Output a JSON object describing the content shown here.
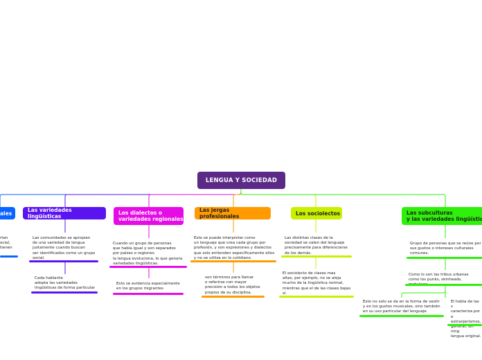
{
  "root": {
    "title": "LENGUA Y SOCIEDAD",
    "color": "#5b2a86"
  },
  "branches": [
    {
      "label": "ales",
      "color": "#0a64ff"
    },
    {
      "label": "Las variedades lingüísticas",
      "color": "#5a14f0"
    },
    {
      "label": "Los dialectos o\nvariedades regionales",
      "color": "#e60ce6"
    },
    {
      "label": "Las jergas profesionales",
      "color": "#ff9a00"
    },
    {
      "label": "Los sociolectos",
      "color": "#c8f000"
    },
    {
      "label": "Las subculturas\ny las variedades lingüísticas",
      "color": "#2ef00a"
    }
  ],
  "notes": {
    "n0": "rten\nocial,\ntienen",
    "n1a": "Las comunidades se apropian\nde una variedad de lengua\njustamente cuando buscan\nser identificados como un grupo\nsocial.",
    "n1b": "Cada hablante\nadopta las variedades\nlingüísticas de forma particular",
    "n2a": "Cuando un grupo de personas\nque habla igual y son separados\npor países o regiones\nla lengua evoluciona, lo que genera\nvariedades lingüísticas.",
    "n2b": "Esto se evidencia especialmente\nen los grupos migrantes",
    "n3a": "Esto se puede interpretar como\nun lenguaje que crea cada grupo por\nprofesión, y son expresiones y dialectos\nque solo entienden específicamente ellos\ny no se utiliza en lo cotidiano.",
    "n3b": "son términos para llamar\no referirse con mayor\nprecisión a todos los objetos\npropios de su disciplina.",
    "n4a": "Las distintas clases de la\nsociedad se valen del lenguaje\nprecisamente para diferenciarse\nde los demás.",
    "n4b": "El sociolecto de clases mas\naltas, por ejemplo, no se aleja\nmucho de la lingüística normal,\nmientras que el de las clases bajas\nsí.",
    "n5a": "Grupo de personas que se reúne por\nsus gustos o intereses culturales\ncomunes.",
    "n5b": "Como lo son las tribus urbanas\ncomo los punks, skinheads, metaleros",
    "n5c": "Esto no solo se da en la forma de vestir\ny en los gustos musicales, sino también\nen su uso particular del lenguaje.",
    "n5d": "El habla de las s\ncaracteriza por e\nextranjerismos,\ngeneral, sin ning\nlengua original."
  }
}
